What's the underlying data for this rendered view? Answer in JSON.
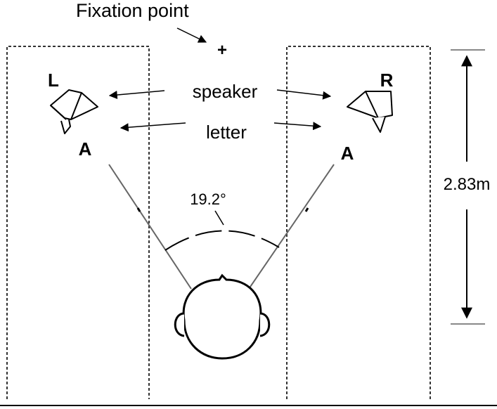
{
  "diagram": {
    "fixation_label": "Fixation point",
    "fixation_mark": "+",
    "speaker_label": "speaker",
    "letter_label": "letter",
    "left_label": "L",
    "right_label": "R",
    "left_letter": "A",
    "right_letter": "A",
    "angle_label": "19.2°",
    "distance_label": "2.83m"
  }
}
